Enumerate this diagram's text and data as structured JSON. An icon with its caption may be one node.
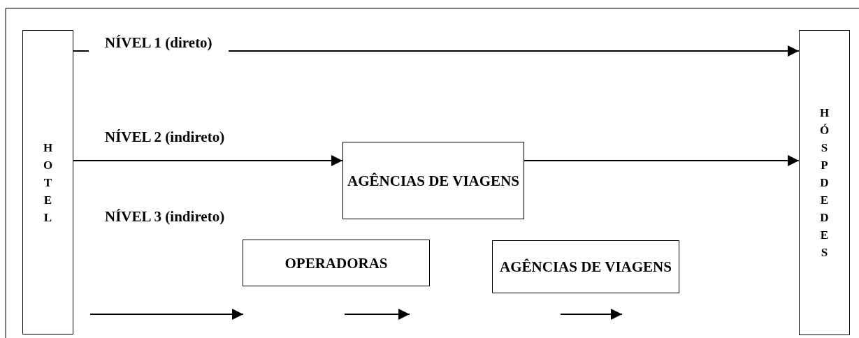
{
  "diagram": {
    "nodes": [
      {
        "text": [
          "HOTEL"
        ]
      },
      {
        "text": [
          "HÓSPDEDES"
        ]
      },
      {
        "text": [
          "AGÊNCIAS DE VIAGENS"
        ]
      },
      {
        "text": [
          "OPERADORAS"
        ]
      },
      {
        "text": [
          "AGÊNCIAS DE VIAGENS"
        ]
      }
    ],
    "edges": [
      {
        "from": 0,
        "to": 1,
        "arrow": "to",
        "label": "NÍVEL 1 (direto)"
      },
      {
        "from": 0,
        "to": 2,
        "arrow": "to"
      },
      {
        "from": 2,
        "to": 1,
        "arrow": "to"
      }
    ],
    "labels": [
      "NÍVEL 2 (indireto)",
      "NÍVEL 3 (indireto)"
    ]
  }
}
